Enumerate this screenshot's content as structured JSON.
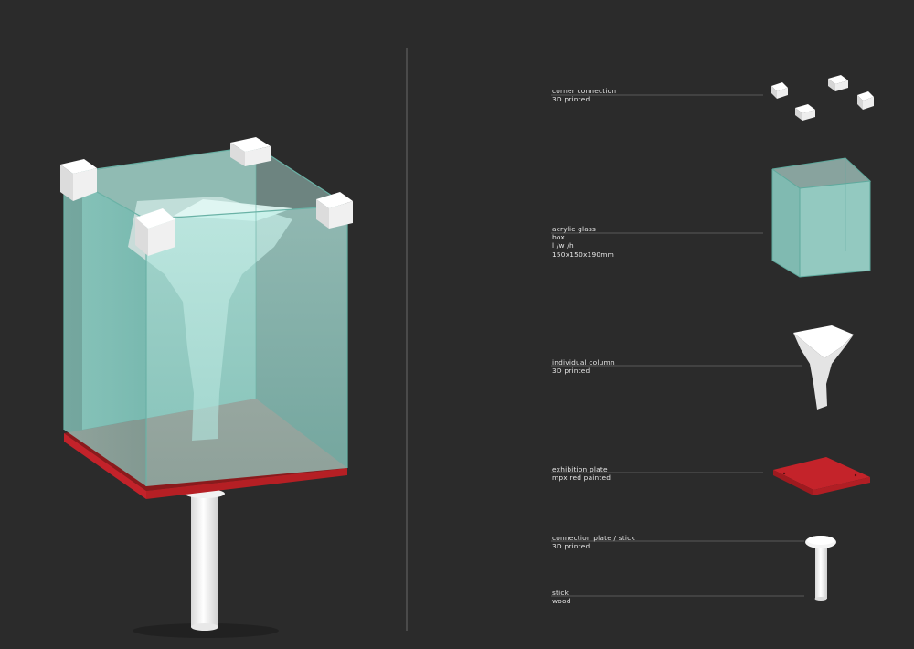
{
  "components": [
    {
      "id": "corner",
      "lines": [
        "corner connection",
        "3D printed"
      ]
    },
    {
      "id": "glass",
      "lines": [
        "acrylic glass",
        "box",
        "l /w /h",
        "150x150x190mm"
      ]
    },
    {
      "id": "column",
      "lines": [
        "individual column",
        "3D printed"
      ]
    },
    {
      "id": "plate",
      "lines": [
        "exhibition plate",
        "mpx red painted"
      ]
    },
    {
      "id": "connection",
      "lines": [
        "connection plate / stick",
        "3D printed"
      ]
    },
    {
      "id": "stick",
      "lines": [
        "stick",
        "wood"
      ]
    }
  ],
  "colors": {
    "background": "#2b2b2b",
    "glass": "#a8e8dc",
    "plate_red": "#b01e22",
    "white_print": "#f2f2f2"
  }
}
